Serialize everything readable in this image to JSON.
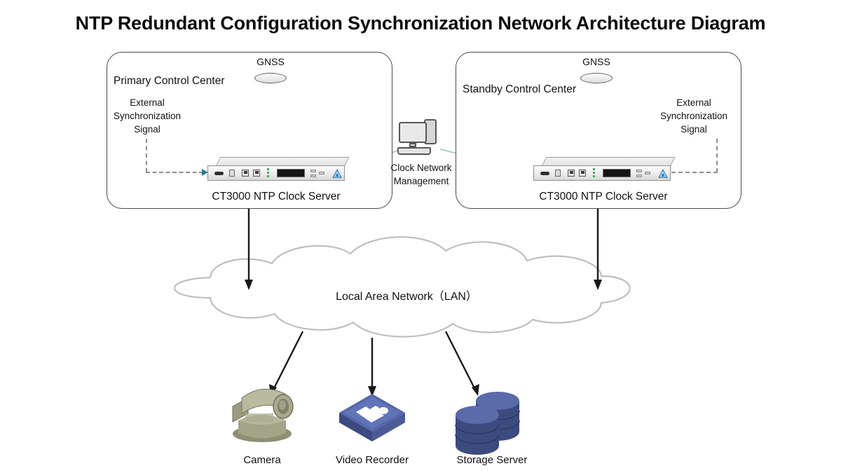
{
  "title": "NTP Redundant Configuration Synchronization Network Architecture Diagram",
  "colors": {
    "background": "#ffffff",
    "text": "#111111",
    "box_border": "#4a4a4a",
    "arrow": "#1a1a1a",
    "dashed_line": "#8d8d8d",
    "dashed_arrow": "#2b7a86",
    "cloud_stroke": "#b9b9b9",
    "link_line": "#9fb6bd",
    "camera_body": "#9a9a7e",
    "recorder_blue": "#4a5a9e",
    "storage_blue": "#48568f",
    "server_logo_blue": "#2f86c5"
  },
  "primary_center": {
    "title": "Primary Control Center",
    "gnss_label": "GNSS",
    "external_sync_label": "External\nSynchronization\nSignal",
    "external_sync_lines": [
      "External",
      "Synchronization",
      "Signal"
    ],
    "server_label": "CT3000 NTP Clock Server"
  },
  "standby_center": {
    "title": "Standby Control Center",
    "gnss_label": "GNSS",
    "external_sync_label": "External\nSynchronization\nSignal",
    "external_sync_lines": [
      "External",
      "Synchronization",
      "Signal"
    ],
    "server_label": "CT3000 NTP Clock Server"
  },
  "clock_management": {
    "label_lines": [
      "Clock Network",
      "Management"
    ],
    "line1": "Clock Network",
    "line2": "Management"
  },
  "network": {
    "cloud_label": "Local Area Network（LAN）"
  },
  "devices": [
    {
      "name": "Camera",
      "icon": "camera-icon"
    },
    {
      "name": "Video Recorder",
      "icon": "video-recorder-icon"
    },
    {
      "name": "Storage Server",
      "icon": "storage-server-icon"
    }
  ],
  "device_labels": {
    "camera": "Camera",
    "video_recorder": "Video Recorder",
    "storage_server": "Storage Server"
  }
}
